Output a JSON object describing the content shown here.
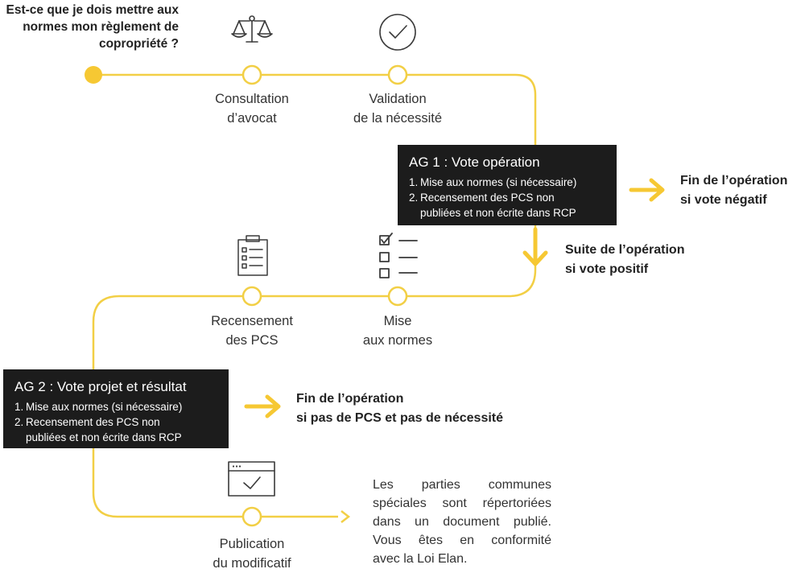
{
  "colors": {
    "accent": "#f6c833",
    "line": "#f2cf45",
    "dark_box": "#1c1c1c",
    "icon": "#3a3a3a"
  },
  "question": [
    "Est-ce que je dois mettre aux",
    "normes mon règlement de",
    "copropriété ?"
  ],
  "steps": {
    "consultation": {
      "lines": [
        "Consultation",
        "d’avocat"
      ],
      "icon": "scales-icon"
    },
    "validation": {
      "lines": [
        "Validation",
        "de la nécessité"
      ],
      "icon": "check-circle-icon"
    },
    "recensement": {
      "lines": [
        "Recensement",
        "des PCS"
      ],
      "icon": "clipboard-list-icon"
    },
    "mise_aux_normes": {
      "lines": [
        "Mise",
        "aux normes"
      ],
      "icon": "checklist-icon"
    },
    "publication": {
      "lines": [
        "Publication",
        "du modificatif"
      ],
      "icon": "browser-check-icon"
    }
  },
  "ag1": {
    "title": "AG 1 : Vote opération",
    "items": [
      {
        "num": "1.",
        "text": "Mise aux normes (si nécessaire)"
      },
      {
        "num": "2.",
        "text": "Recensement des PCS non",
        "cont": "publiées et non écrite dans RCP"
      }
    ]
  },
  "ag2": {
    "title": "AG 2 : Vote projet et résultat",
    "items": [
      {
        "num": "1.",
        "text": "Mise aux normes (si nécessaire)"
      },
      {
        "num": "2.",
        "text": "Recensement des PCS non",
        "cont": "publiées et non écrite dans RCP"
      }
    ]
  },
  "outcomes": {
    "ag1_negative": [
      "Fin de l’opération",
      "si vote négatif"
    ],
    "ag1_positive": [
      "Suite de l’opération",
      "si vote positif"
    ],
    "ag2_end": [
      "Fin de l’opération",
      "si pas de PCS et pas de nécessité"
    ]
  },
  "final_note": [
    "Les parties communes",
    "spéciales sont répertoriées",
    "dans un document publié.",
    "Vous êtes en conformité",
    "avec la Loi Elan."
  ]
}
